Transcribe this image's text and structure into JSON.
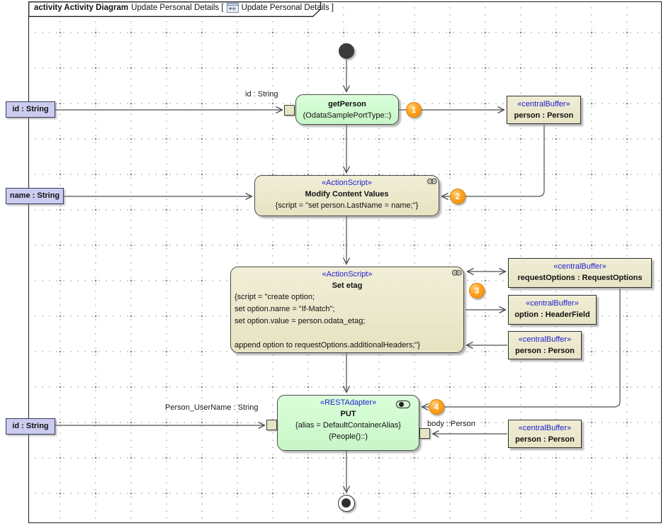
{
  "header": {
    "keyword": "activity Activity Diagram",
    "diagram_name": "Update Personal Details [",
    "diagram_ref": "Update Personal Details ]"
  },
  "params": {
    "id_top": "id : String",
    "name": "name : String",
    "id_bottom": "id : String"
  },
  "nodes": {
    "get_person": {
      "title": "getPerson",
      "subtitle": "(OdataSamplePortType::)"
    },
    "modify_content": {
      "stereotype": "«ActionScript»",
      "title": "Modify Content Values",
      "script": "{script = \"set person.LastName = name;\"}"
    },
    "set_etag": {
      "stereotype": "«ActionScript»",
      "title": "Set etag",
      "script_lines": [
        "{script = \"create option;",
        "set option.name = \"If-Match\";",
        "set option.value = person.odata_etag;",
        "",
        "append option to requestOptions.additionalHeaders;\"}"
      ]
    },
    "put": {
      "stereotype": "«RESTAdapter»",
      "title": "PUT",
      "constraint": "{alias = DefaultContainerAlias}",
      "operation": "(People()::)"
    }
  },
  "buffers": {
    "person_top": {
      "stereotype": "«centralBuffer»",
      "name": "person : Person"
    },
    "request_options": {
      "stereotype": "«centralBuffer»",
      "name": "requestOptions : RequestOptions"
    },
    "option": {
      "stereotype": "«centralBuffer»",
      "name": "option : HeaderField"
    },
    "person_mid": {
      "stereotype": "«centralBuffer»",
      "name": "person : Person"
    },
    "person_bottom": {
      "stereotype": "«centralBuffer»",
      "name": "person : Person"
    }
  },
  "edge_labels": {
    "id_string": "id : String",
    "person_username": "Person_UserName : String",
    "body_person": "body : Person"
  },
  "badges": {
    "b1": "1",
    "b2": "2",
    "b3": "3",
    "b4": "4"
  },
  "colors": {
    "action_green": "#ccf5cc",
    "node_tan": "#eae7ca",
    "param_lavender": "#ccccf0",
    "stereotype_blue": "#2121cf",
    "badge_orange": "#ff9715",
    "edge_gray": "#4d4d4d"
  }
}
